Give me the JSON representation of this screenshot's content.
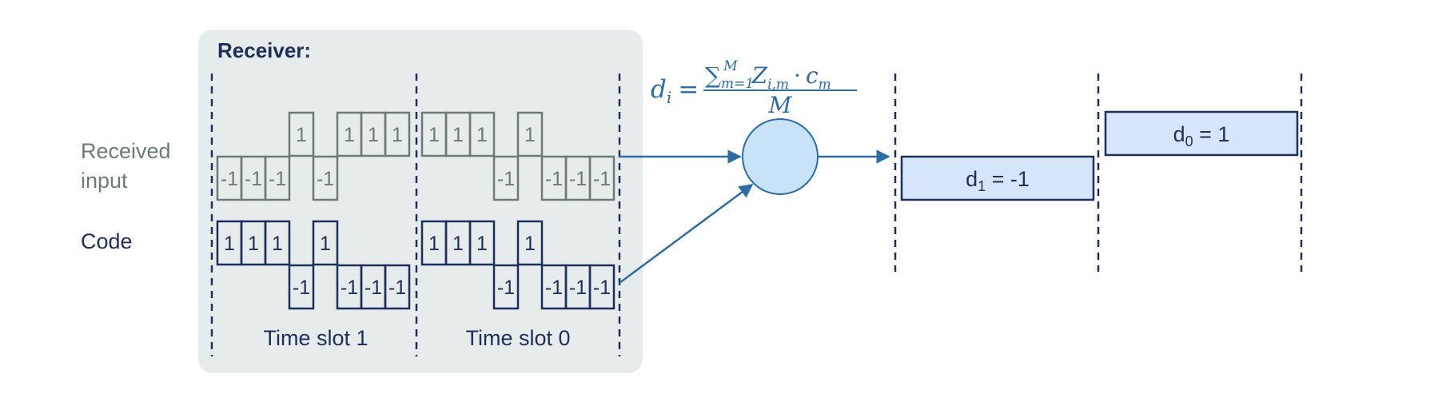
{
  "receiver": {
    "title": "Receiver:",
    "received_label_line1": "Received",
    "received_label_line2": "input",
    "code_label": "Code",
    "received": {
      "slot1": [
        "-1",
        "-1",
        "-1",
        "1",
        "-1",
        "1",
        "1",
        "1"
      ],
      "slot0": [
        "1",
        "1",
        "1",
        "-1",
        "1",
        "-1",
        "-1",
        "-1"
      ]
    },
    "code": {
      "slot1": [
        "1",
        "1",
        "1",
        "-1",
        "1",
        "-1",
        "-1",
        "-1"
      ],
      "slot0": [
        "1",
        "1",
        "1",
        "-1",
        "1",
        "-1",
        "-1",
        "-1"
      ]
    },
    "time_slots": [
      "Time slot 1",
      "Time slot 0"
    ]
  },
  "formula": {
    "lhs": "d",
    "lhs_sub": "i",
    "equals": "=",
    "sum": "∑",
    "sum_sub": "m=1",
    "sum_sup": "M",
    "z": "Z",
    "z_sub": "i,m",
    "dot": "·",
    "c": "c",
    "c_sub": "m",
    "denominator": "M"
  },
  "outputs": [
    {
      "name": "d",
      "sub": "1",
      "text": " = -1"
    },
    {
      "name": "d",
      "sub": "0",
      "text": " = 1"
    }
  ],
  "colors": {
    "panel": "#e6ebec",
    "received": "#6b7b75",
    "code": "#1e2f5c",
    "accent": "#2e6da4",
    "circle_fill": "#c8e3f8",
    "output_fill": "#d6e6fa",
    "output_stroke": "#1e2f5c"
  }
}
